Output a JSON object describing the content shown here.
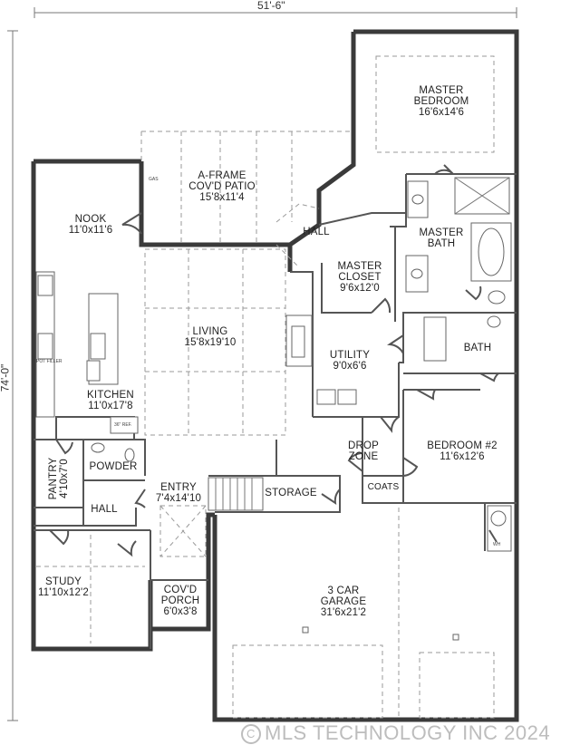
{
  "dimensions": {
    "width": "51'-6\"",
    "depth": "74'-0\""
  },
  "rooms": {
    "master_bedroom": {
      "name_line1": "MASTER",
      "name_line2": "BEDROOM",
      "size": "16'6x14'6"
    },
    "patio": {
      "name_line1": "A-FRAME",
      "name_line2": "COV'D PATIO",
      "size": "15'8x11'4"
    },
    "nook": {
      "name": "NOOK",
      "size": "11'0x11'6"
    },
    "hall_upper": {
      "name": "HALL"
    },
    "master_bath": {
      "name_line1": "MASTER",
      "name_line2": "BATH"
    },
    "master_closet": {
      "name_line1": "MASTER",
      "name_line2": "CLOSET",
      "size": "9'6x12'0"
    },
    "living": {
      "name": "LIVING",
      "size": "15'8x19'10"
    },
    "utility": {
      "name": "UTILITY",
      "size": "9'0x6'6"
    },
    "bath": {
      "name": "BATH"
    },
    "kitchen": {
      "name": "KITCHEN",
      "size": "11'0x17'8"
    },
    "drop_zone": {
      "name_line1": "DROP",
      "name_line2": "ZONE"
    },
    "bedroom2": {
      "name": "BEDROOM #2",
      "size": "11'6x12'6"
    },
    "pantry": {
      "name": "PANTRY",
      "size": "4'10x7'0"
    },
    "powder": {
      "name": "POWDER"
    },
    "entry": {
      "name": "ENTRY",
      "size": "7'4x14'10"
    },
    "storage": {
      "name": "STORAGE"
    },
    "coats": {
      "name": "COATS"
    },
    "hall_lower": {
      "name": "HALL"
    },
    "study": {
      "name": "STUDY",
      "size": "11'10x12'2"
    },
    "porch": {
      "name_line1": "COV'D",
      "name_line2": "PORCH",
      "size": "6'0x3'8"
    },
    "garage": {
      "name_line1": "3 CAR",
      "name_line2": "GARAGE",
      "size": "31'6x21'2"
    }
  },
  "fixture_tags": {
    "gas": "GAS",
    "ref": "36\" REF.",
    "pot_filler": "POT FILLER",
    "wh": "WH"
  },
  "watermark": {
    "symbol": "C",
    "text": "MLS TECHNOLOGY INC 2024"
  },
  "colors": {
    "wall": "#3a3a3a",
    "dashed": "#9a9a9a",
    "watermark": "#bdbdbd"
  }
}
